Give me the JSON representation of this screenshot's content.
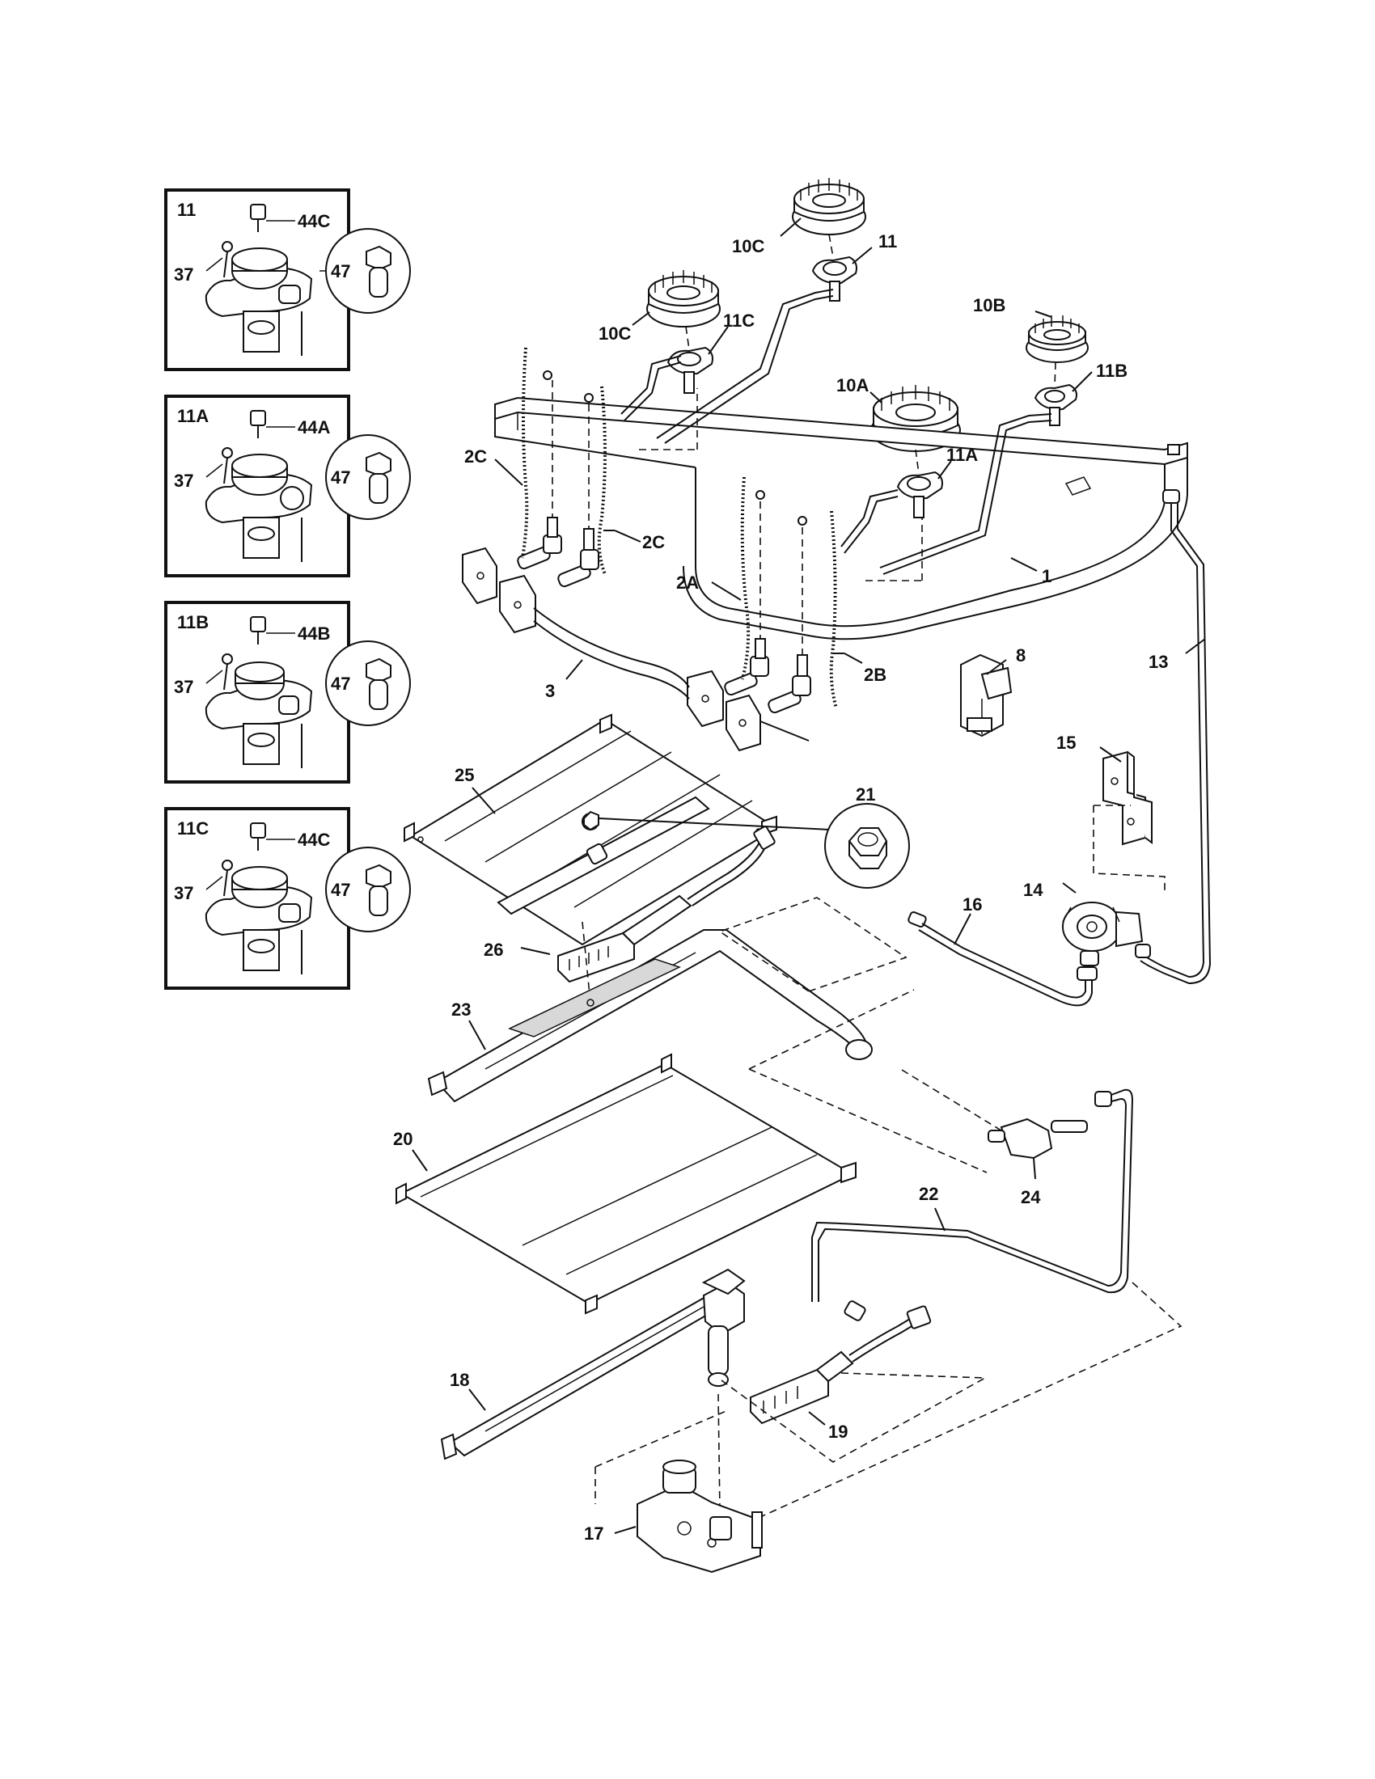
{
  "inset_panels": [
    {
      "title": "11",
      "seat_label": "44C",
      "screw_label": "37",
      "orifice_label": "47"
    },
    {
      "title": "11A",
      "seat_label": "44A",
      "screw_label": "37",
      "orifice_label": "47"
    },
    {
      "title": "11B",
      "seat_label": "44B",
      "screw_label": "37",
      "orifice_label": "47"
    },
    {
      "title": "11C",
      "seat_label": "44C",
      "screw_label": "37",
      "orifice_label": "47"
    }
  ],
  "callouts": {
    "p10c_top": "10C",
    "p11_top": "11",
    "p10c_left": "10C",
    "p11c": "11C",
    "p10b": "10B",
    "p11b": "11B",
    "p10a": "10A",
    "p11a": "11A",
    "p2c_left": "2C",
    "p2c_right": "2C",
    "p2a": "2A",
    "p2b": "2B",
    "p1": "1",
    "p3": "3",
    "p8": "8",
    "p13": "13",
    "p15": "15",
    "p25": "25",
    "p21": "21",
    "p16": "16",
    "p14": "14",
    "p26": "26",
    "p23": "23",
    "p20": "20",
    "p24": "24",
    "p22": "22",
    "p18": "18",
    "p19": "19",
    "p17": "17"
  }
}
